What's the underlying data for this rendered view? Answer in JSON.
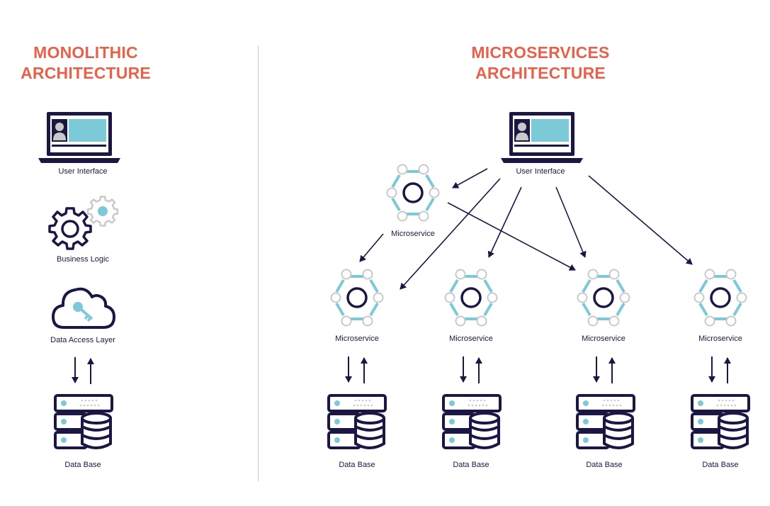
{
  "monolithic": {
    "title_line1": "MONOLITHIC",
    "title_line2": "ARCHITECTURE",
    "ui_label": "User Interface",
    "logic_label": "Business Logic",
    "dal_label": "Data Access Layer",
    "db_label": "Data Base"
  },
  "microservices": {
    "title_line1": "MICROSERVICES",
    "title_line2": "ARCHITECTURE",
    "ui_label": "User Interface",
    "top_service_label": "Microservice",
    "services": [
      {
        "label": "Microservice",
        "db_label": "Data Base"
      },
      {
        "label": "Microservice",
        "db_label": "Data Base"
      },
      {
        "label": "Microservice",
        "db_label": "Data Base"
      },
      {
        "label": "Microservice",
        "db_label": "Data Base"
      }
    ]
  },
  "colors": {
    "title": "#e8614a",
    "navy": "#1a1745",
    "accent": "#7ccad8",
    "grey": "#c9c9c9"
  },
  "icons": [
    "laptop-icon",
    "gears-icon",
    "cloud-key-icon",
    "database-server-icon",
    "microservice-hexagon-icon",
    "arrow-icon"
  ]
}
